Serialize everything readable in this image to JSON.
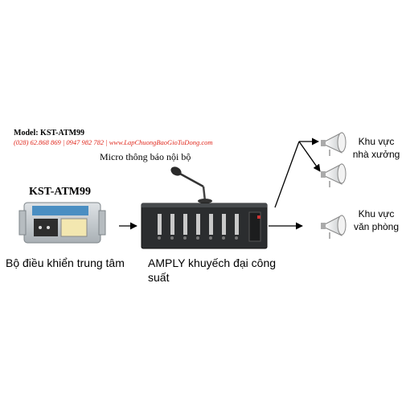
{
  "header": {
    "model": "Model: KST-ATM99",
    "contact": "(028) 62.868 869 |  0947 982 782 | www.LapChuongBaoGioTuDong.com"
  },
  "micro_label": "Micro thông báo nội bộ",
  "controller": {
    "title": "KST-ATM99",
    "label": "Bộ điều khiển trung tâm"
  },
  "amplifier": {
    "label": "AMPLY khuyếch đại công suất"
  },
  "zones": [
    {
      "label": "Khu vực nhà xưởng"
    },
    {
      "label": "Khu vực văn phòng"
    }
  ]
}
